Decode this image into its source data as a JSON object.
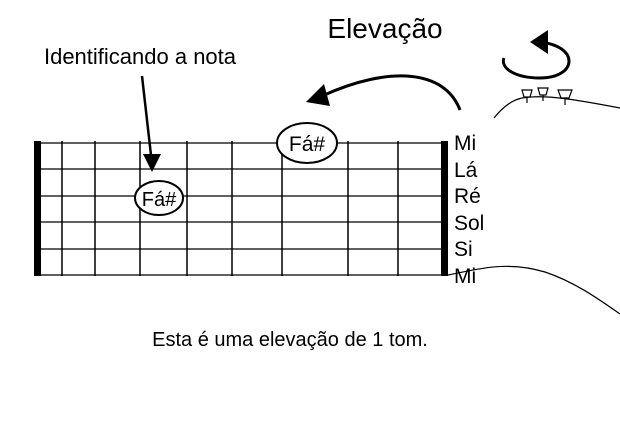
{
  "title": "Elevação",
  "annotation": "Identificando a nota",
  "caption": "Esta é uma elevação de 1 tom.",
  "notes": {
    "original": "Fá#",
    "raised": "Fá#"
  },
  "strings": [
    "Mi",
    "Lá",
    "Ré",
    "Sol",
    "Si",
    "Mi"
  ],
  "colors": {
    "ink": "#000000",
    "background": "#ffffff"
  }
}
